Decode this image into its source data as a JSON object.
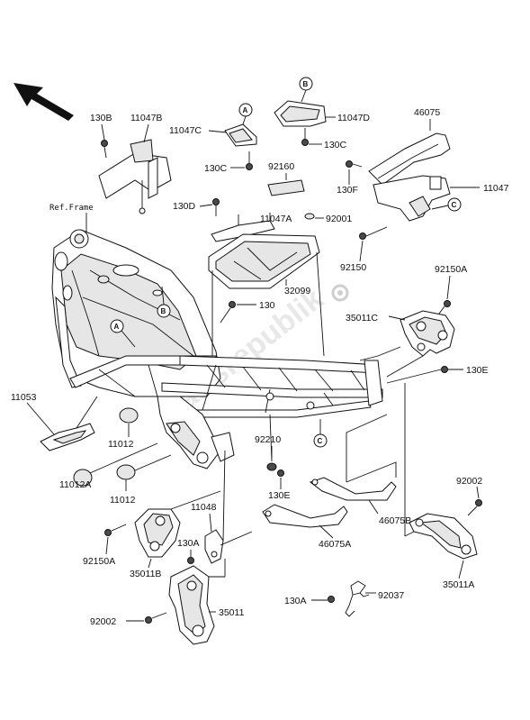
{
  "labels": {
    "ref_frame": "Ref.Frame",
    "l130b": "130B",
    "l11047b": "11047B",
    "l11047c": "11047C",
    "l11047d": "11047D",
    "l130c_a": "130C",
    "l130c_b": "130C",
    "l46075": "46075",
    "l92160": "92160",
    "l130f": "130F",
    "l11047": "11047",
    "l130d": "130D",
    "l11047a": "11047A",
    "l92001": "92001",
    "l92150": "92150",
    "l92150a_top": "92150A",
    "l32099": "32099",
    "l130": "130",
    "l35011c": "35011C",
    "l130e_right": "130E",
    "l11053": "11053",
    "l11012_top": "11012",
    "l92210": "92210",
    "l130e_bottom": "130E",
    "l92002_right": "92002",
    "l11012a": "11012A",
    "l11012_bottom": "11012",
    "l46075b": "46075B",
    "l46075a": "46075A",
    "l11048": "11048",
    "l92150a_bottom": "92150A",
    "l130a_left": "130A",
    "l35011b": "35011B",
    "l35011a": "35011A",
    "l130a_right": "130A",
    "l92037": "92037",
    "l92002_left": "92002",
    "l35011": "35011"
  },
  "callout_letters": {
    "a": "A",
    "b": "B",
    "c": "C"
  },
  "watermark": "Partsrepublik",
  "icons": [
    "direction-arrow-icon",
    "copyright-gear-icon"
  ]
}
